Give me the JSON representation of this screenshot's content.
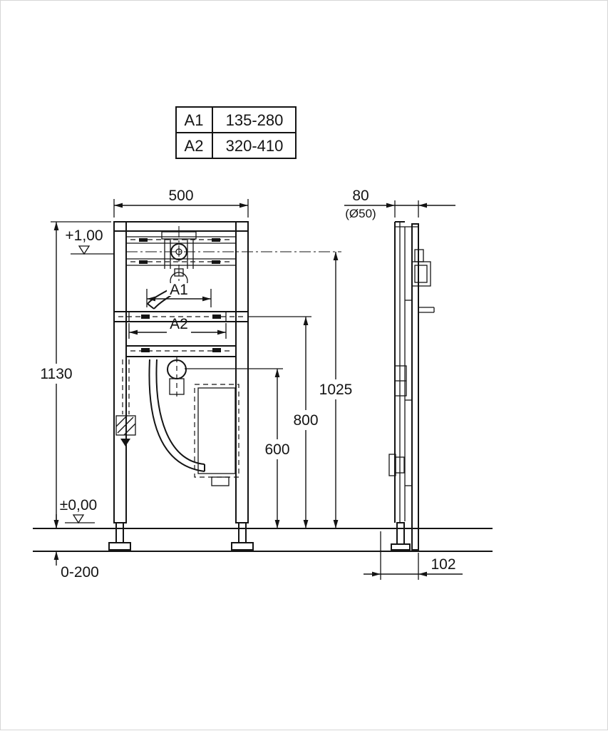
{
  "table": {
    "rows": [
      {
        "key": "A1",
        "value": "135-280"
      },
      {
        "key": "A2",
        "value": "320-410"
      }
    ]
  },
  "front_view": {
    "width": "500",
    "total_height": "1130",
    "level_top": "+1,00",
    "level_zero": "±0,00",
    "foot_adjust_range": "0-200",
    "dim_a1_label": "A1",
    "dim_a2_label": "A2",
    "dim_600": "600",
    "dim_800": "800",
    "dim_1025": "1025"
  },
  "side_view": {
    "depth": "80",
    "pipe_diameter": "(Ø50)",
    "wall_offset": "102"
  }
}
